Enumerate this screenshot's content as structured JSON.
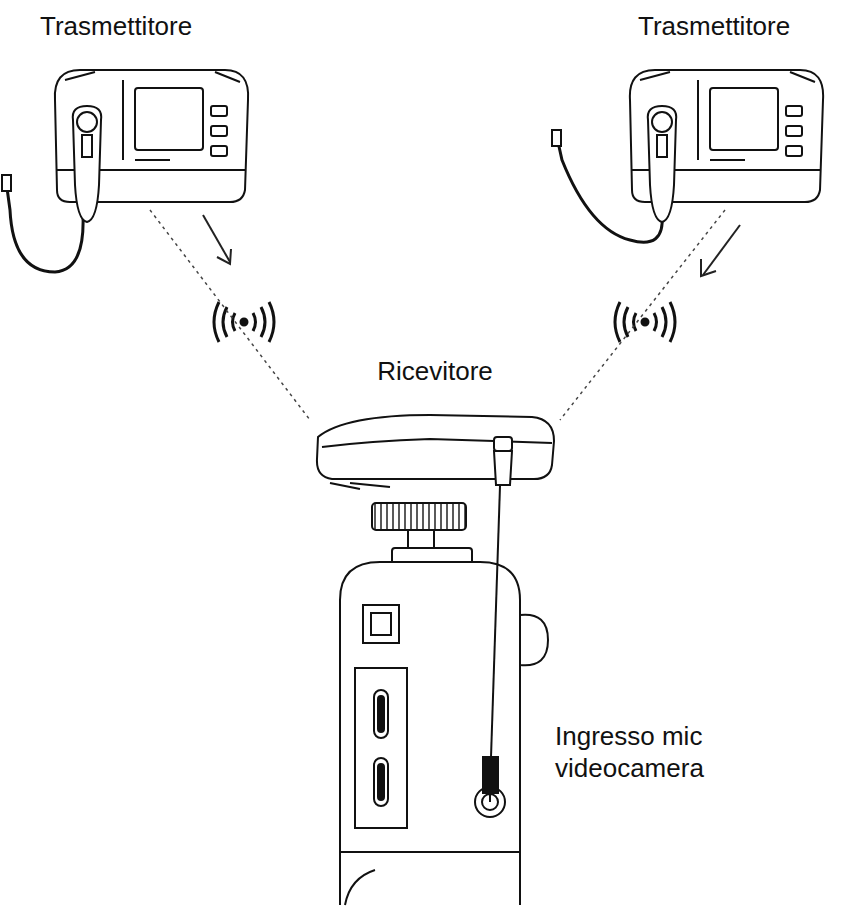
{
  "diagram": {
    "nodes": [
      {
        "text": [
          "Trasmettitore"
        ]
      },
      {
        "text": [
          "Trasmettitore"
        ]
      },
      {
        "text": [
          "Ricevitore"
        ]
      }
    ],
    "edges": [
      {
        "from": 0,
        "to": 2,
        "arrow": "none"
      },
      {
        "from": 1,
        "to": 2,
        "arrow": "none"
      }
    ],
    "labels": [
      "Ingresso mic videocamera"
    ]
  }
}
